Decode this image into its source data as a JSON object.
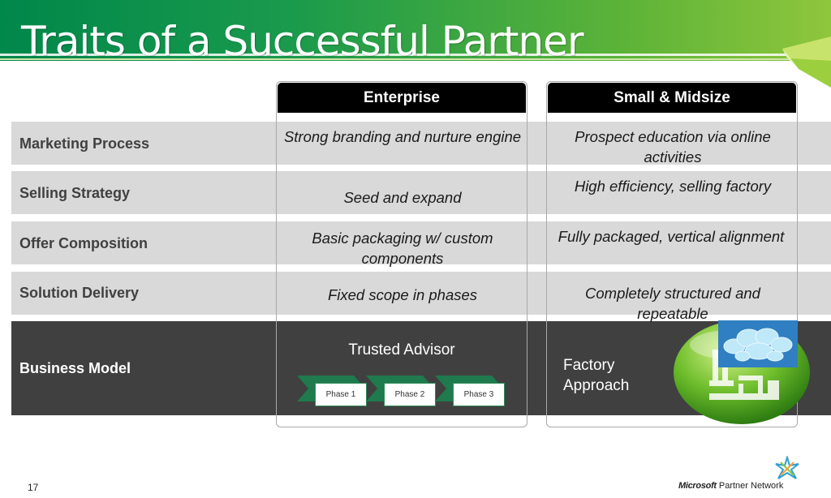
{
  "slide": {
    "title": "Traits of a Successful Partner",
    "page_number": "17"
  },
  "columns": {
    "enterprise": "Enterprise",
    "smb": "Small & Midsize"
  },
  "rows": [
    {
      "label": "Marketing Process",
      "enterprise": "Strong branding and nurture engine",
      "smb": "Prospect education via online activities"
    },
    {
      "label": "Selling Strategy",
      "enterprise": "Seed and expand",
      "smb": "High efficiency, selling factory"
    },
    {
      "label": "Offer Composition",
      "enterprise": "Basic packaging w/ custom components",
      "smb": "Fully packaged, vertical alignment"
    },
    {
      "label": "Solution Delivery",
      "enterprise": "Fixed scope in phases",
      "smb": "Completely structured and repeatable"
    }
  ],
  "business_model": {
    "label": "Business Model",
    "enterprise_title": "Trusted Advisor",
    "phases": [
      "Phase 1",
      "Phase 2",
      "Phase 3"
    ],
    "smb_line1": "Factory",
    "smb_line2": "Approach"
  },
  "footer": {
    "brand_bold": "Microsoft",
    "brand_rest": " Partner Network"
  },
  "colors": {
    "header_green": "#1a9a4c",
    "row_gray": "#d9d9d9",
    "row_dark": "#404040",
    "head_black": "#000000"
  },
  "icons": [
    "ribbon-decoration-icon",
    "cloud-icon",
    "factory-sphere-icon",
    "partner-network-star-icon"
  ]
}
